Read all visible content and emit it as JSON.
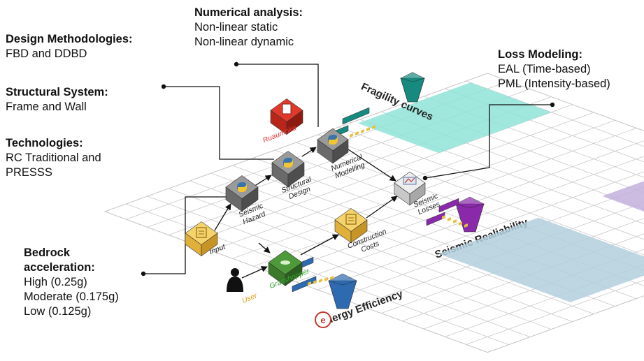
{
  "annotations": {
    "design_methodologies": {
      "heading": "Design Methodologies:",
      "lines": [
        "FBD and DDBD"
      ]
    },
    "structural_system": {
      "heading": "Structural System:",
      "lines": [
        "Frame and Wall"
      ]
    },
    "technologies": {
      "heading": "Technologies:",
      "lines": [
        "RC Traditional and",
        "PRESSS"
      ]
    },
    "numerical_analysis": {
      "heading": "Numerical analysis:",
      "lines": [
        "Non-linear static",
        "Non-linear dynamic"
      ]
    },
    "loss_modeling": {
      "heading": "Loss Modeling:",
      "lines": [
        "EAL (Time-based)",
        "PML (Intensity-based)"
      ]
    },
    "bedrock_acceleration": {
      "heading_lines": [
        "Bedrock",
        "acceleration:"
      ],
      "lines": [
        "High (0.25g)",
        "Moderate (0.175g)",
        "Low (0.125g)"
      ]
    }
  },
  "zones": {
    "fragility": {
      "label": "Fragility curves",
      "color": "#8fe3d8"
    },
    "reliability": {
      "label": "Seismic Realiability",
      "color": "#c3b0dc"
    },
    "energy": {
      "label": "Energy Efficiency",
      "color": "#b2cfdc"
    }
  },
  "blocks": {
    "seismic_hazard": {
      "label": [
        "Seismic",
        "Hazard"
      ],
      "top": "#9a9a9a",
      "left": "#6a6a6a",
      "right": "#4e4e4e",
      "icon": "python-icon"
    },
    "structural_design": {
      "label": [
        "Structural",
        "Design"
      ],
      "top": "#9a9a9a",
      "left": "#6a6a6a",
      "right": "#4e4e4e",
      "icon": "python-icon"
    },
    "numerical_modelling": {
      "label": [
        "Numerical",
        "Modelling"
      ],
      "top": "#9a9a9a",
      "left": "#6a6a6a",
      "right": "#4e4e4e",
      "icon": "python-icon"
    },
    "ruaumoko": {
      "label": [
        "Ruaumoko"
      ],
      "top": "#e0392b",
      "left": "#b8261a",
      "right": "#8e1b12",
      "icon": "ruaumoko-icon",
      "label_color": "#e53935"
    },
    "seismic_losses": {
      "label": [
        "Seismic",
        "Losses"
      ],
      "top": "#eeeeee",
      "left": "#c8c8c8",
      "right": "#a8a8a8",
      "icon": "losses-icon"
    },
    "input": {
      "label": [
        "Input"
      ],
      "top": "#f6d36a",
      "left": "#e0b03a",
      "right": "#c79526",
      "icon": "document-icon"
    },
    "construction_costs": {
      "label": [
        "Construction",
        "Costs"
      ],
      "top": "#f6d36a",
      "left": "#e0b03a",
      "right": "#c79526",
      "icon": "document-icon"
    },
    "grasshopper": {
      "label": [
        "Grasshopper"
      ],
      "top": "#4e9a3a",
      "left": "#3a7a2a",
      "right": "#2a5e1e",
      "icon": "grasshopper-icon",
      "label_color": "#3aa335"
    }
  },
  "user": {
    "label": "User",
    "label_color": "#e0a020"
  },
  "colors": {
    "grid_line": "#c8c8c8",
    "arrow": "#111111",
    "teal": "#178a80",
    "purple": "#8a2aaa",
    "blue": "#2e6ab0"
  }
}
